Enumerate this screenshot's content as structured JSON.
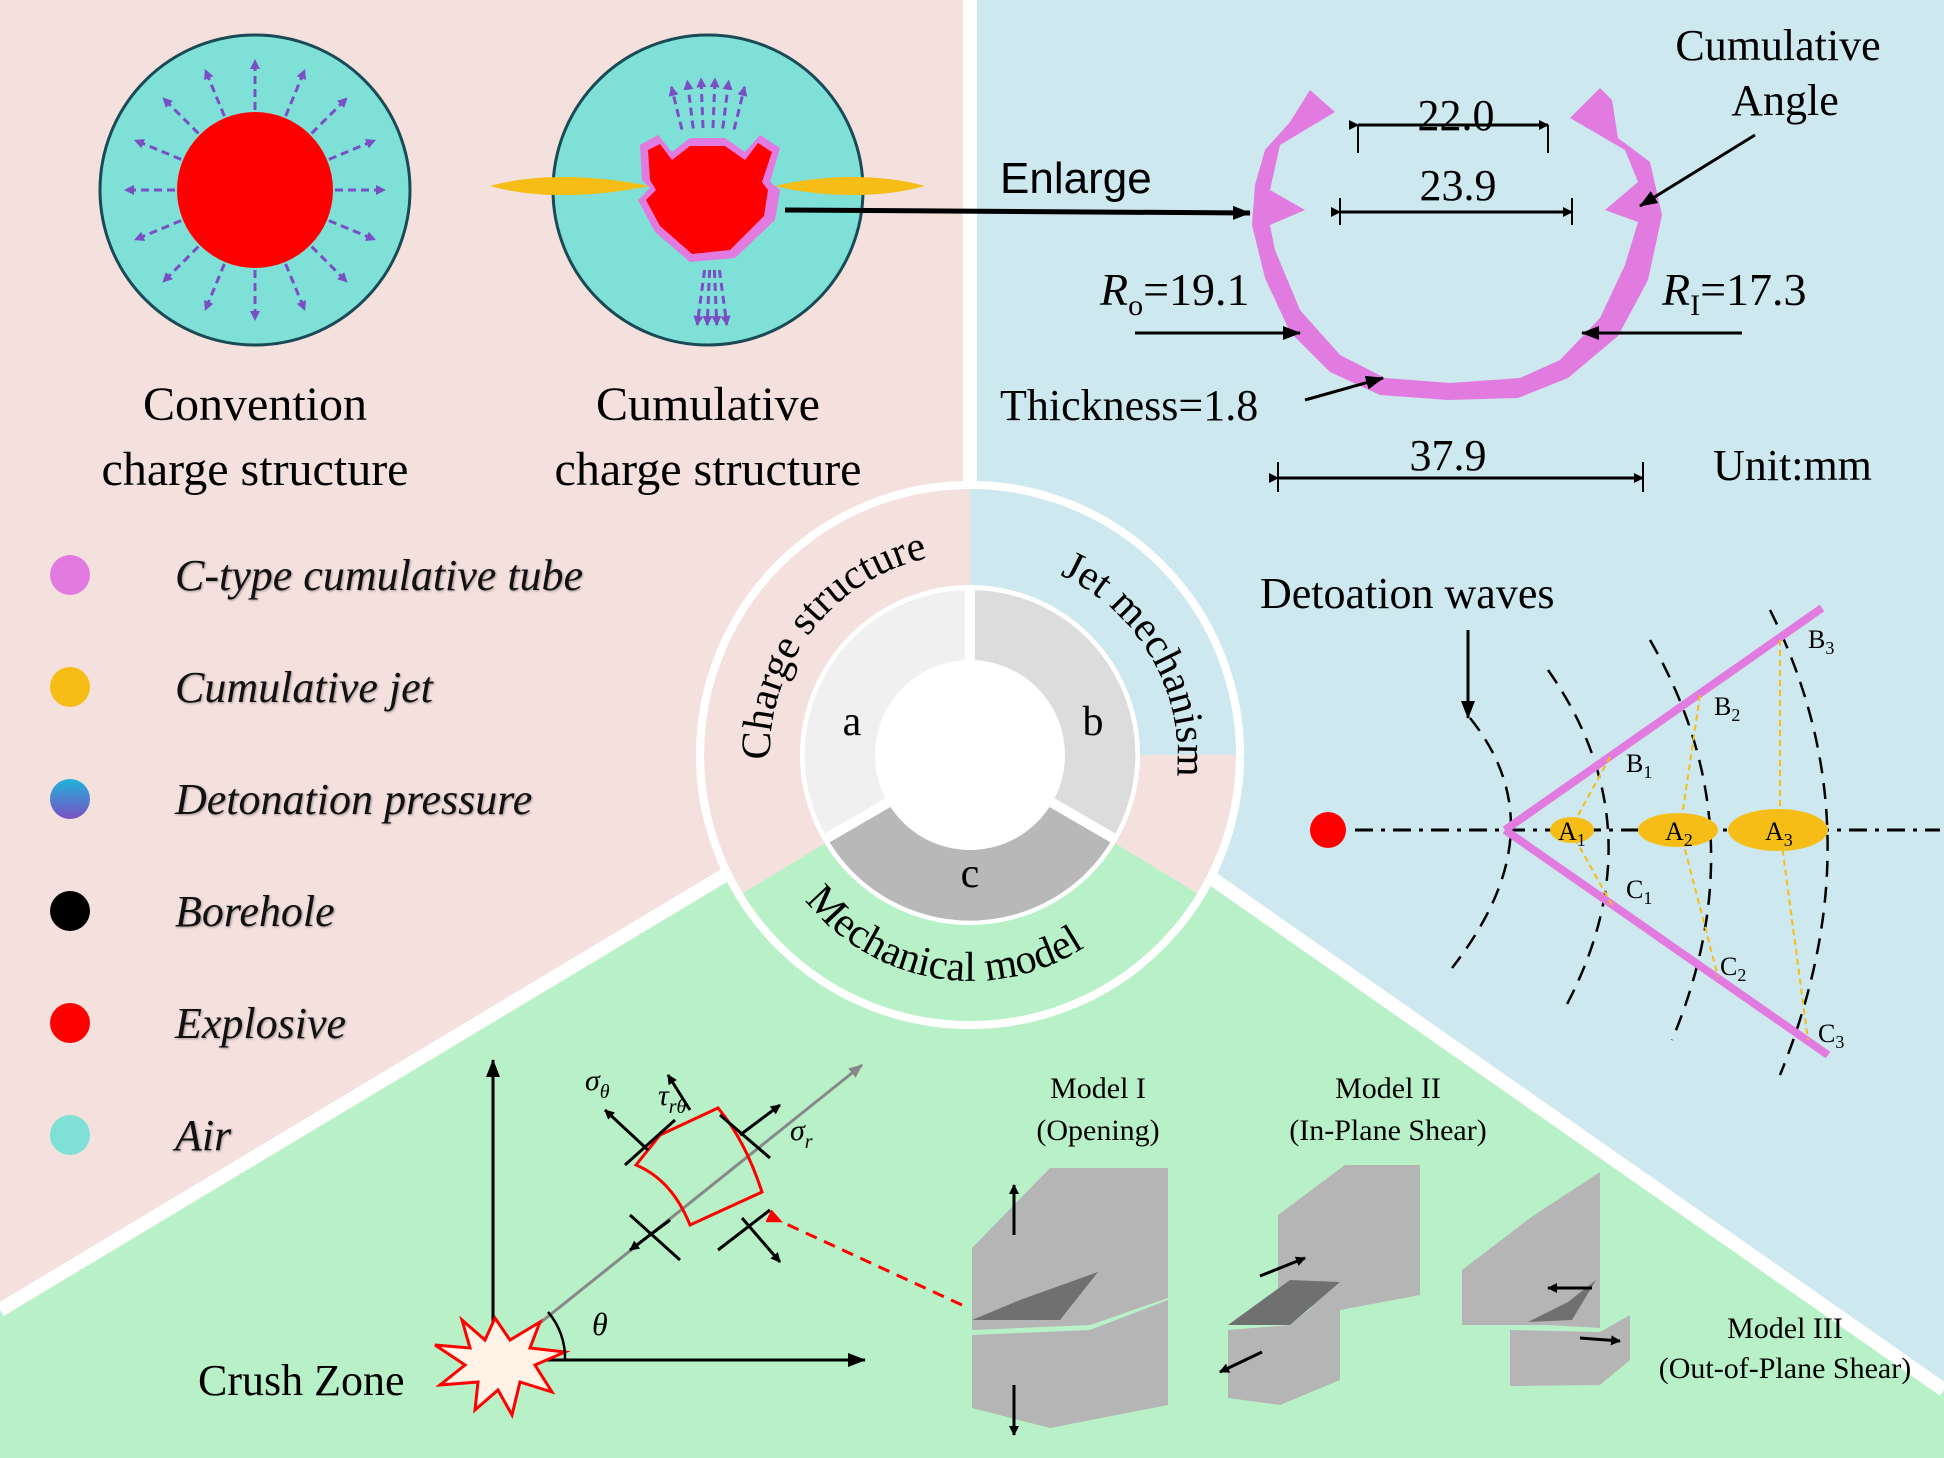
{
  "structures": {
    "convention_l1": "Convention",
    "convention_l2": "charge structure",
    "cumulative_l1": "Cumulative",
    "cumulative_l2": "charge structure"
  },
  "enlarge": "Enlarge",
  "tube": {
    "dim_top": "22.0",
    "dim_mid": "23.9",
    "dim_width": "37.9",
    "cumulative_angle_l1": "Cumulative",
    "cumulative_angle_l2": "Angle",
    "ro_sym": "R",
    "ro_sub": "o",
    "ro_val": "=19.1",
    "ri_sym": "R",
    "ri_sub": "I",
    "ri_val": "=17.3",
    "thickness": "Thickness=1.8",
    "unit": "Unit:mm"
  },
  "legend": [
    {
      "label": "C-type cumulative tube",
      "color": "#e27be0"
    },
    {
      "label": "Cumulative jet",
      "color": "#f6bd16"
    },
    {
      "label": "Detonation pressure",
      "color": "gradient"
    },
    {
      "label": "Borehole",
      "color": "#000000"
    },
    {
      "label": "Explosive",
      "color": "#ff0000"
    },
    {
      "label": "Air",
      "color": "#7fe0d8"
    }
  ],
  "center": {
    "a": "a",
    "b": "b",
    "c": "c",
    "charge_structure": "Charge structure",
    "jet_mechanism": "Jet mechanism",
    "mechanical_model": "Mechanical model"
  },
  "jet": {
    "title": "Detoation waves",
    "B1": "B",
    "B1s": "1",
    "B2": "B",
    "B2s": "2",
    "B3": "B",
    "B3s": "3",
    "A1": "A",
    "A1s": "1",
    "A2": "A",
    "A2s": "2",
    "A3": "A",
    "A3s": "3",
    "C1": "C",
    "C1s": "1",
    "C2": "C",
    "C2s": "2",
    "C3": "C",
    "C3s": "3"
  },
  "stress": {
    "sigma_theta": "σ",
    "sigma_theta_sub": "θ",
    "tau": "τ",
    "tau_sub": "rθ",
    "sigma_r": "σ",
    "sigma_r_sub": "r",
    "theta": "θ",
    "crush_zone": "Crush Zone"
  },
  "models": {
    "m1_l1": "Model I",
    "m1_l2": "(Opening)",
    "m2_l1": "Model II",
    "m2_l2": "(In-Plane Shear)",
    "m3_l1": "Model III",
    "m3_l2": "(Out-of-Plane Shear)"
  },
  "colors": {
    "pink_bg": "#f4e0dd",
    "blue_bg": "#cde8ef",
    "green_bg": "#b8f1c7",
    "air": "#7fe0d8",
    "explosive": "#ff0000",
    "tube": "#e27be0",
    "jet": "#f6bd16"
  }
}
